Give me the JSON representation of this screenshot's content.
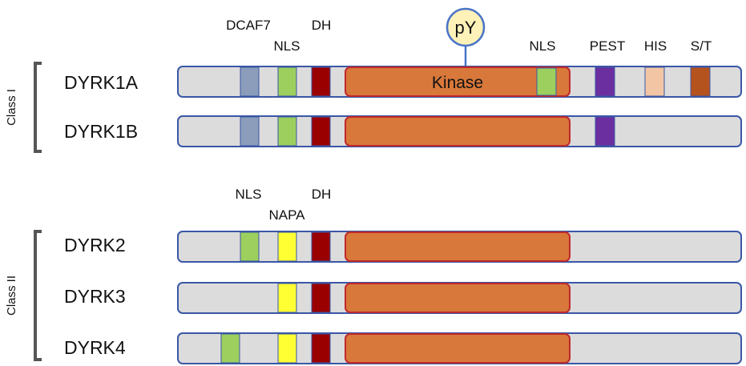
{
  "colors": {
    "bar_fill": "#dcdcdc",
    "bar_stroke": "#3a57a6",
    "kinase_fill": "#d8783a",
    "kinase_stroke": "#c0292b",
    "dcaf7": "#8b9dba",
    "nls": "#9ccf5e",
    "dh": "#9b0000",
    "napa": "#ffff33",
    "pest": "#6b2fa0",
    "his": "#f2c6a4",
    "st": "#b5531f",
    "py_fill": "#fff2b8",
    "py_stroke": "#4a74c8",
    "bracket": "#555555"
  },
  "classes": [
    {
      "label": "Class I"
    },
    {
      "label": "Class II"
    }
  ],
  "class1_labels": {
    "dcaf7": "DCAF7",
    "nls_1": "NLS",
    "dh": "DH",
    "nls_2": "NLS",
    "pest": "PEST",
    "his": "HIS",
    "st": "S/T"
  },
  "class2_labels": {
    "nls": "NLS",
    "napa": "NAPA",
    "dh": "DH"
  },
  "phospho": {
    "label": "pY"
  },
  "kinase_label": "Kinase",
  "proteins": [
    {
      "name": "DYRK1A",
      "domains": [
        "dcaf7",
        "nls",
        "dh",
        "kinase",
        "nls",
        "pest",
        "his",
        "st"
      ]
    },
    {
      "name": "DYRK1B",
      "domains": [
        "dcaf7",
        "nls",
        "dh",
        "kinase",
        "pest"
      ]
    },
    {
      "name": "DYRK2",
      "domains": [
        "nls",
        "napa",
        "dh",
        "kinase"
      ]
    },
    {
      "name": "DYRK3",
      "domains": [
        "napa",
        "dh",
        "kinase"
      ]
    },
    {
      "name": "DYRK4",
      "domains": [
        "nls",
        "napa",
        "dh",
        "kinase"
      ]
    }
  ]
}
